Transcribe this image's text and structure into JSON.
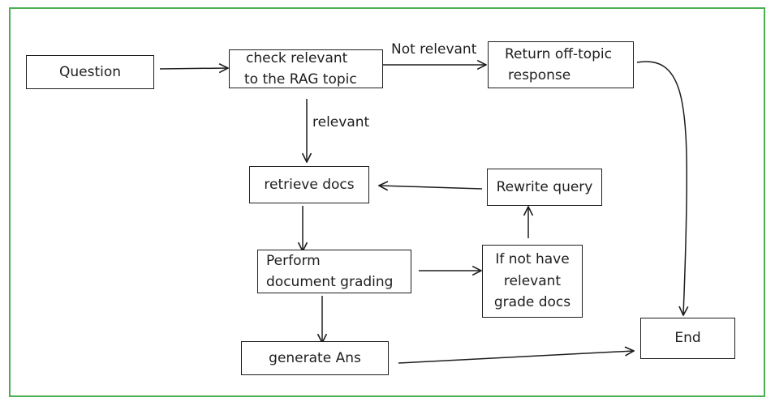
{
  "nodes": {
    "question": "Question",
    "check_line1": "check relevant",
    "check_line2": "to the RAG topic",
    "offtopic_line1": "Return off-topic",
    "offtopic_line2": "response",
    "retrieve": "retrieve docs",
    "rewrite": "Rewrite query",
    "grade_line1": "Perform",
    "grade_line2": "document grading",
    "notrel_line1": "If not have",
    "notrel_line2": "relevant",
    "notrel_line3": "grade docs",
    "generate": "generate Ans",
    "end": "End"
  },
  "labels": {
    "not_relevant": "Not relevant",
    "relevant": "relevant"
  },
  "colors": {
    "frame": "#4caf50",
    "ink": "#1e1e1e"
  }
}
